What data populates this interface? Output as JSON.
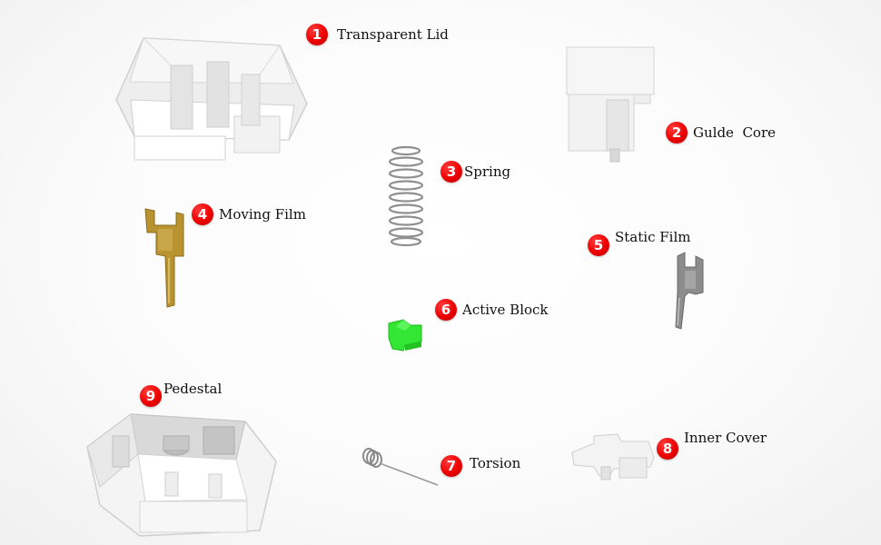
{
  "parts": [
    {
      "number": "1",
      "name": "Transparent Lid"
    },
    {
      "number": "2",
      "name": "Gulde  Core"
    },
    {
      "number": "3",
      "name": "Spring"
    },
    {
      "number": "4",
      "name": "Moving Film"
    },
    {
      "number": "5",
      "name": "Static Film"
    },
    {
      "number": "6",
      "name": "Active Block"
    },
    {
      "number": "7",
      "name": "Torsion"
    },
    {
      "number": "8",
      "name": "Inner Cover"
    },
    {
      "number": "9",
      "name": "Pedestal"
    }
  ],
  "colors": {
    "badge": "#e00000",
    "brass": "#b8932f",
    "green": "#33e633",
    "metal": "#8c8c8c",
    "plastic": "#f2f2f2"
  }
}
